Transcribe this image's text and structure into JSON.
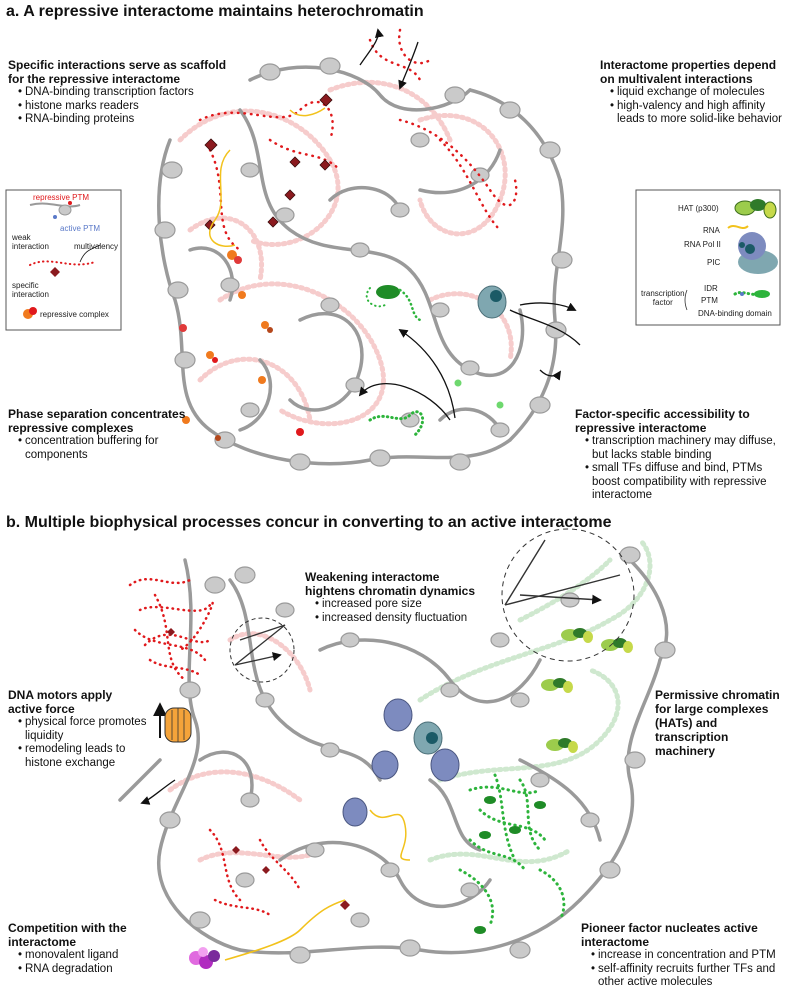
{
  "panel_a": {
    "title": "a. A repressive interactome maintains heterochromatin",
    "scaffold": {
      "heading": [
        "Specific interactions serve as scaffold",
        "for the repressive interactome"
      ],
      "bullets": [
        "DNA-binding transcription factors",
        "histone marks readers",
        "RNA-binding proteins"
      ]
    },
    "properties": {
      "heading": [
        "Interactome properties depend",
        "on multivalent interactions"
      ],
      "bullets": [
        "liquid exchange of molecules",
        "high-valency and high affinity leads to more solid-like behavior"
      ]
    },
    "phase": {
      "heading": [
        "Phase separation concentrates",
        "repressive complexes"
      ],
      "bullets": [
        "concentration buffering for components"
      ]
    },
    "accessibility": {
      "heading": [
        "Factor-specific accessibility to",
        "repressive interactome"
      ],
      "bullets": [
        "transcription machinery may diffuse, but lacks stable binding",
        "small TFs diffuse and bind, PTMs boost compatibility with repressive interactome"
      ]
    },
    "legend_left": {
      "repressive_ptm": "repressive PTM",
      "active_ptm": "active PTM",
      "weak_interaction": [
        "weak",
        "interaction"
      ],
      "multivalency": "multivalency",
      "specific_interaction": [
        "specific",
        "interaction"
      ],
      "repressive_complex": "repressive complex"
    },
    "legend_right": {
      "hat": "HAT (p300)",
      "rna": "RNA",
      "rna_pol": "RNA Pol II",
      "pic": "PIC",
      "transcription_factor": [
        "transcription",
        "factor"
      ],
      "idr": "IDR",
      "ptm": "PTM",
      "dna_binding": "DNA-binding domain"
    }
  },
  "panel_b": {
    "title": "b. Multiple biophysical processes concur in converting to an active interactome",
    "weakening": {
      "heading": [
        "Weakening interactome",
        "hightens chromatin dynamics"
      ],
      "bullets": [
        "increased pore size",
        "increased density fluctuation"
      ]
    },
    "motors": {
      "heading": [
        "DNA motors apply",
        "active force"
      ],
      "bullets": [
        "physical force promotes liquidity",
        "remodeling leads to histone exchange"
      ]
    },
    "permissive": {
      "heading": [
        "Permissive chromatin",
        "for large complexes",
        "(HATs) and",
        "transcription",
        "machinery"
      ]
    },
    "competition": {
      "heading": [
        "Competition with the",
        "interactome"
      ],
      "bullets": [
        "monovalent ligand",
        "RNA degradation"
      ]
    },
    "pioneer": {
      "heading": [
        "Pioneer factor nucleates active",
        "interactome"
      ],
      "bullets": [
        "increase in concentration and PTM",
        "self-affinity recruits further TFs and other active molecules"
      ]
    }
  },
  "colors": {
    "chromatin": "#9a9a9a",
    "nucleosome": "#c9c9c9",
    "repressive": "#e0191c",
    "repressive_faint": "#f6c4c4",
    "active": "#2db43c",
    "active_faint": "#cfe8cf",
    "pol2": "#7d8bbf",
    "rna": "#f2c21c",
    "hat_light": "#9ccc4c",
    "hat_dark": "#2f7a2a"
  }
}
